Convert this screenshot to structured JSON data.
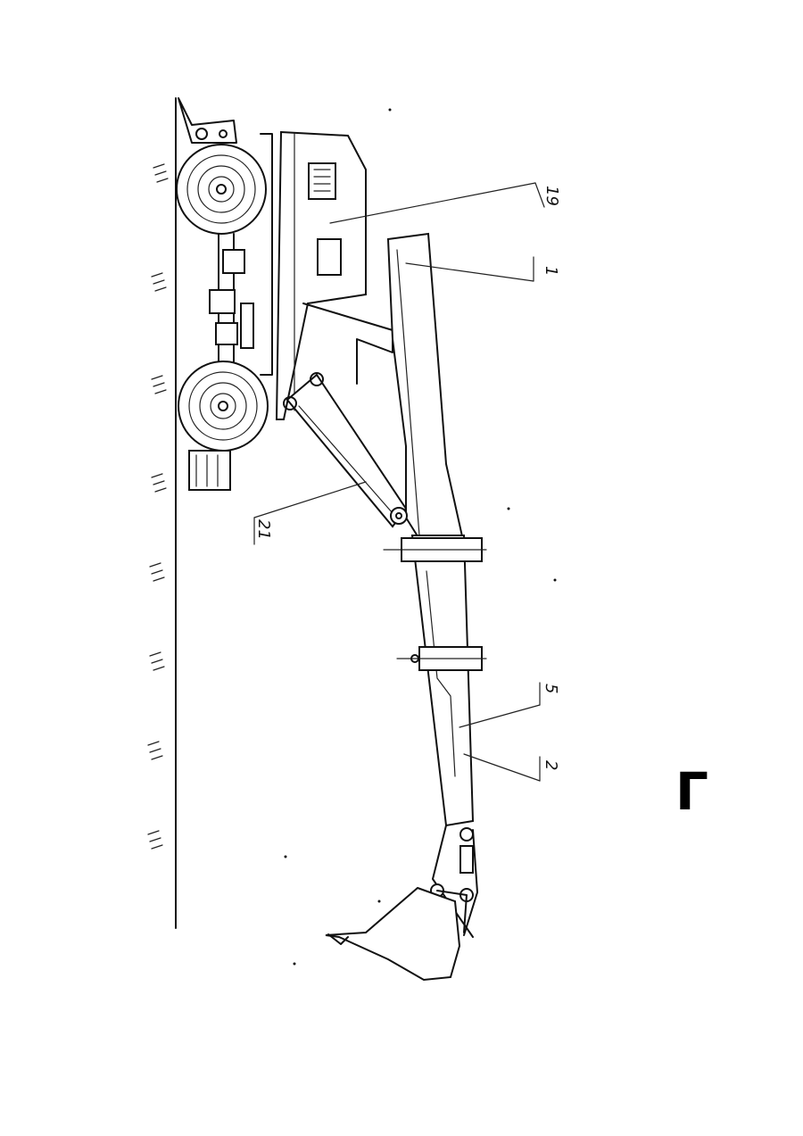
{
  "callouts": {
    "c19": "19",
    "c1": "1",
    "c21": "21",
    "c5": "5",
    "c2": "2"
  },
  "sheet_letter": "Г"
}
